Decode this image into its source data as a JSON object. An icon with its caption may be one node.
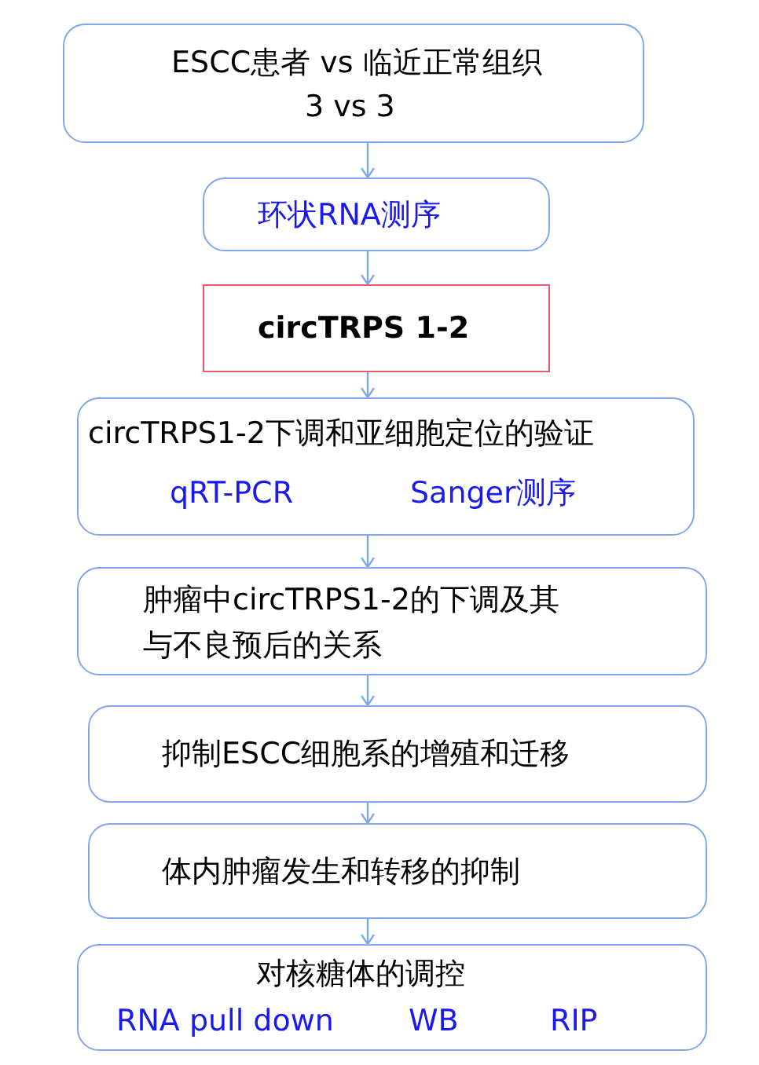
{
  "diagram": {
    "nodes": [
      {
        "text": [
          "ESCC患者 vs 临近正常组织",
          "3 vs 3"
        ]
      },
      {
        "text": [
          "环状RNA测序"
        ]
      },
      {
        "text": [
          "circTRPS 1-2"
        ]
      },
      {
        "text": [
          "circTRPS1-2下调和亚细胞定位的验证",
          "qRT-PCR",
          "Sanger测序"
        ]
      },
      {
        "text": [
          "肿瘤中circTRPS1-2的下调及其与不良预后的关系"
        ]
      },
      {
        "text": [
          "抑制ESCC细胞系的增殖和迁移"
        ]
      },
      {
        "text": [
          "体内肿瘤发生和转移的抑制"
        ]
      },
      {
        "text": [
          "对核糖体的调控",
          "RNA pull down",
          "WB",
          "RIP"
        ]
      }
    ],
    "edges": [
      {
        "from": 0,
        "to": 1,
        "arrow": "to"
      },
      {
        "from": 1,
        "to": 2,
        "arrow": "to"
      },
      {
        "from": 2,
        "to": 3,
        "arrow": "to"
      },
      {
        "from": 3,
        "to": 4,
        "arrow": "to"
      },
      {
        "from": 4,
        "to": 5,
        "arrow": "to"
      },
      {
        "from": 5,
        "to": 6,
        "arrow": "to"
      },
      {
        "from": 6,
        "to": 7,
        "arrow": "to"
      }
    ]
  }
}
